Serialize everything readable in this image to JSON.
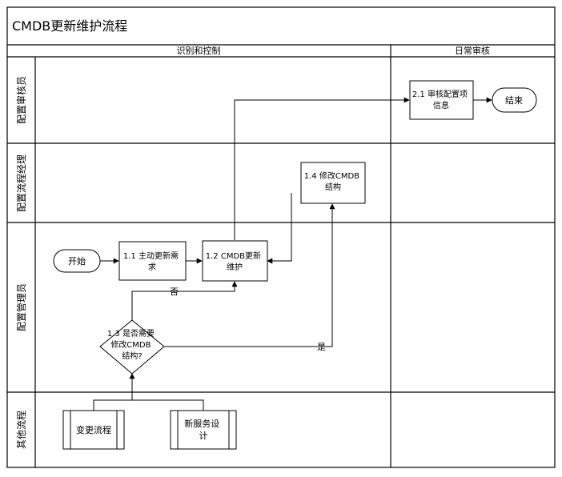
{
  "title": "CMDB更新维护流程",
  "phases": {
    "left": "识别和控制",
    "right": "日常审核"
  },
  "lanes": [
    {
      "label": "配置审核员"
    },
    {
      "label": "配置流程经理"
    },
    {
      "label": "配置管理员"
    },
    {
      "label": "其他流程"
    }
  ],
  "nodes": {
    "start": {
      "label": "开始"
    },
    "n1_1": {
      "line1": "1.1 主动更新需",
      "line2": "求"
    },
    "n1_2": {
      "line1": "1.2 CMDB更新",
      "line2": "维护"
    },
    "n1_3": {
      "line1": "1.3 是否需要",
      "line2": "修改CMDB",
      "line3": "结构?"
    },
    "n1_4": {
      "line1": "1.4 修改CMDB",
      "line2": "结构"
    },
    "n2_1": {
      "line1": "2.1 审核配置项",
      "line2": "信息"
    },
    "end": {
      "label": "结束"
    },
    "change": {
      "label": "变更流程"
    },
    "new_service": {
      "line1": "新服务设",
      "line2": "计"
    }
  },
  "edges": {
    "no_label": "否",
    "yes_label": "是"
  }
}
